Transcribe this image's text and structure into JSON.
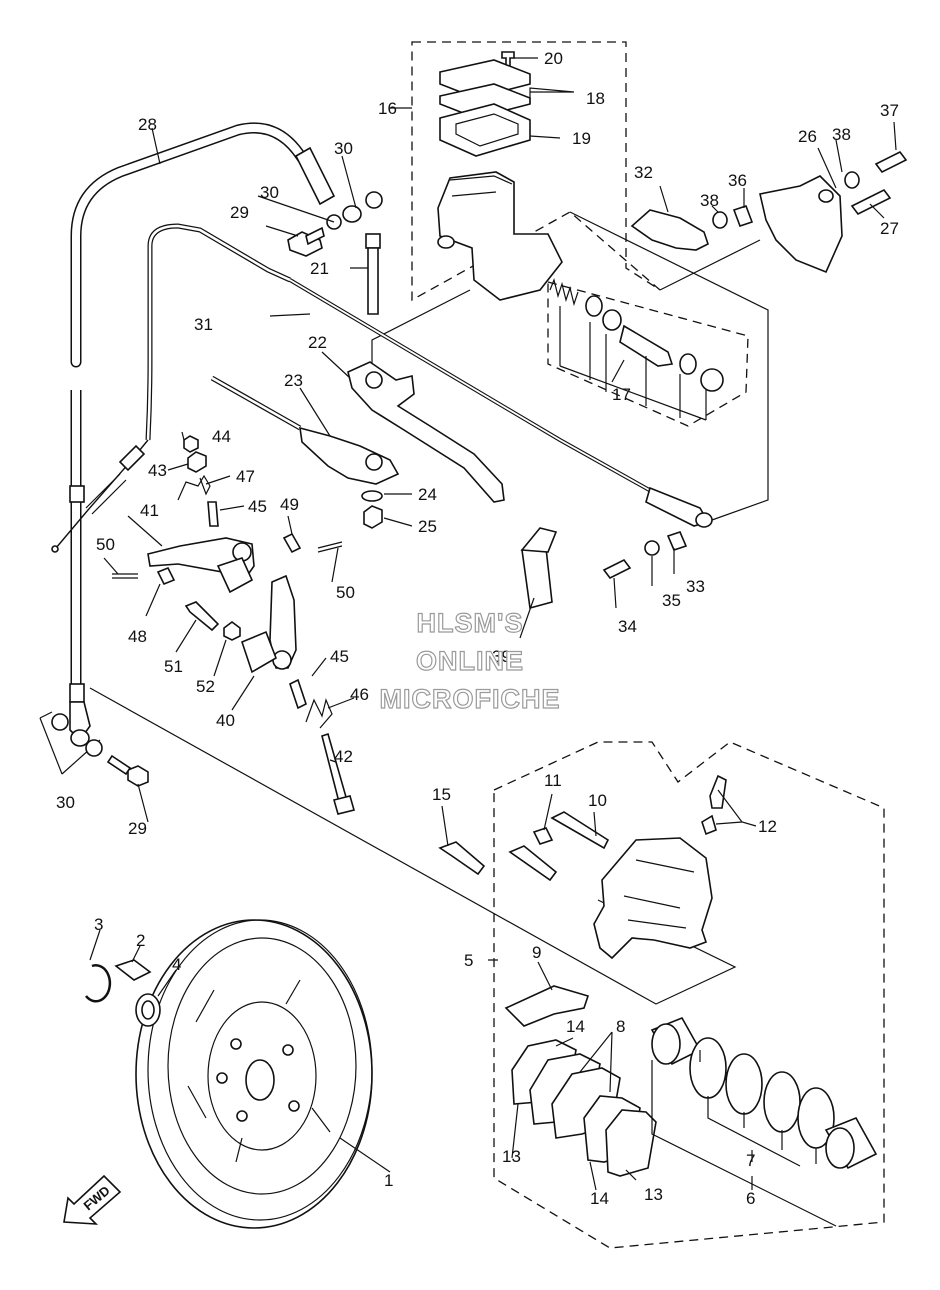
{
  "watermark": {
    "line1": "HLSM'S",
    "line2": "ONLINE",
    "line3": "MICROFICHE"
  },
  "direction_label": "FWD",
  "callouts": [
    {
      "id": "c1",
      "text": "1"
    },
    {
      "id": "c2",
      "text": "2"
    },
    {
      "id": "c3",
      "text": "3"
    },
    {
      "id": "c4",
      "text": "4"
    },
    {
      "id": "c5",
      "text": "5"
    },
    {
      "id": "c6",
      "text": "6"
    },
    {
      "id": "c7",
      "text": "7"
    },
    {
      "id": "c8",
      "text": "8"
    },
    {
      "id": "c9",
      "text": "9"
    },
    {
      "id": "c10",
      "text": "10"
    },
    {
      "id": "c11",
      "text": "11"
    },
    {
      "id": "c12",
      "text": "12"
    },
    {
      "id": "c13a",
      "text": "13"
    },
    {
      "id": "c13b",
      "text": "13"
    },
    {
      "id": "c14a",
      "text": "14"
    },
    {
      "id": "c14b",
      "text": "14"
    },
    {
      "id": "c15",
      "text": "15"
    },
    {
      "id": "c16",
      "text": "16"
    },
    {
      "id": "c17",
      "text": "17"
    },
    {
      "id": "c18",
      "text": "18"
    },
    {
      "id": "c19",
      "text": "19"
    },
    {
      "id": "c20",
      "text": "20"
    },
    {
      "id": "c21",
      "text": "21"
    },
    {
      "id": "c22",
      "text": "22"
    },
    {
      "id": "c23",
      "text": "23"
    },
    {
      "id": "c24",
      "text": "24"
    },
    {
      "id": "c25",
      "text": "25"
    },
    {
      "id": "c26",
      "text": "26"
    },
    {
      "id": "c27",
      "text": "27"
    },
    {
      "id": "c28",
      "text": "28"
    },
    {
      "id": "c29a",
      "text": "29"
    },
    {
      "id": "c29b",
      "text": "29"
    },
    {
      "id": "c30a",
      "text": "30"
    },
    {
      "id": "c30b",
      "text": "30"
    },
    {
      "id": "c30c",
      "text": "30"
    },
    {
      "id": "c31",
      "text": "31"
    },
    {
      "id": "c32",
      "text": "32"
    },
    {
      "id": "c33",
      "text": "33"
    },
    {
      "id": "c34",
      "text": "34"
    },
    {
      "id": "c35",
      "text": "35"
    },
    {
      "id": "c36",
      "text": "36"
    },
    {
      "id": "c37",
      "text": "37"
    },
    {
      "id": "c38a",
      "text": "38"
    },
    {
      "id": "c38b",
      "text": "38"
    },
    {
      "id": "c39",
      "text": "39"
    },
    {
      "id": "c40",
      "text": "40"
    },
    {
      "id": "c41",
      "text": "41"
    },
    {
      "id": "c42",
      "text": "42"
    },
    {
      "id": "c43",
      "text": "43"
    },
    {
      "id": "c44",
      "text": "44"
    },
    {
      "id": "c45a",
      "text": "45"
    },
    {
      "id": "c45b",
      "text": "45"
    },
    {
      "id": "c46",
      "text": "46"
    },
    {
      "id": "c47",
      "text": "47"
    },
    {
      "id": "c48",
      "text": "48"
    },
    {
      "id": "c49",
      "text": "49"
    },
    {
      "id": "c50a",
      "text": "50"
    },
    {
      "id": "c50b",
      "text": "50"
    },
    {
      "id": "c51",
      "text": "51"
    },
    {
      "id": "c52",
      "text": "52"
    }
  ]
}
